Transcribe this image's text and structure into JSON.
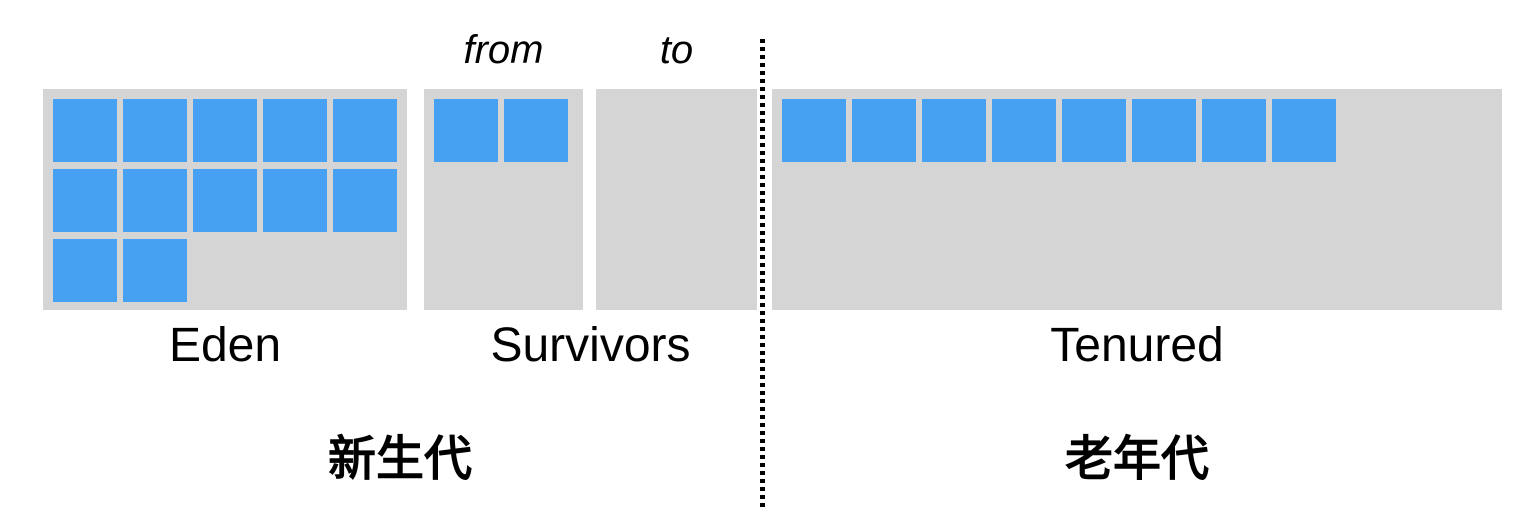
{
  "colors": {
    "object_blue": "#46a1f3",
    "region_gray": "#d5d5d5",
    "divider_black": "#000000",
    "background": "#ffffff"
  },
  "young_generation": {
    "label": "新生代",
    "eden": {
      "label": "Eden",
      "object_count": 12
    },
    "survivors": {
      "label": "Survivors",
      "from": {
        "label": "from",
        "object_count": 2
      },
      "to": {
        "label": "to",
        "object_count": 0
      }
    }
  },
  "old_generation": {
    "label": "老年代",
    "tenured": {
      "label": "Tenured",
      "object_count": 8
    }
  }
}
